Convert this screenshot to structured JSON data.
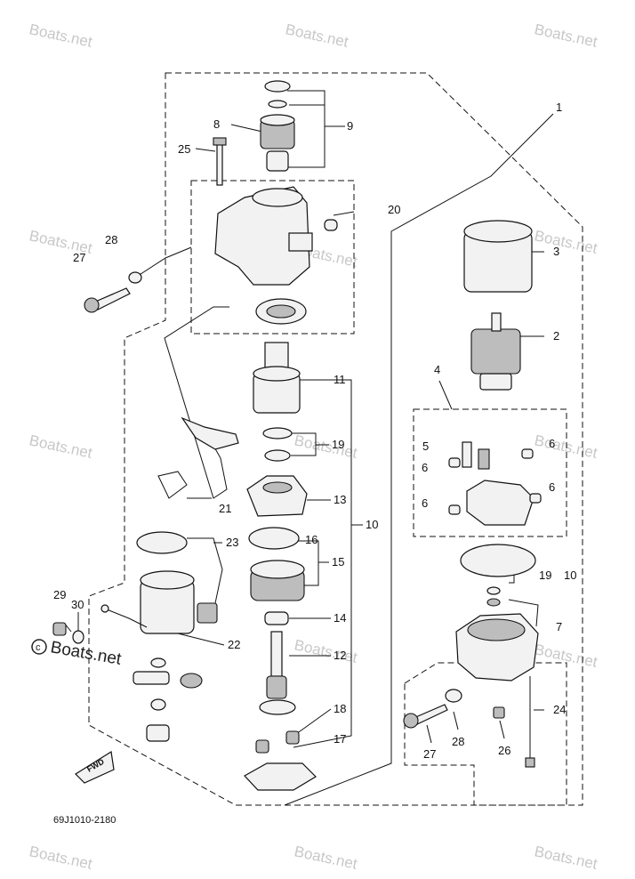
{
  "diagram": {
    "code": "69J1010-2180",
    "fwd_label": "FWD",
    "watermark": "Boats.net",
    "watermark_main": "Boats.net",
    "callouts": [
      "1",
      "2",
      "3",
      "4",
      "5",
      "6",
      "6",
      "6",
      "6",
      "7",
      "8",
      "9",
      "10",
      "10",
      "11",
      "12",
      "13",
      "14",
      "15",
      "16",
      "17",
      "18",
      "19",
      "19",
      "20",
      "21",
      "22",
      "23",
      "24",
      "25",
      "26",
      "27",
      "27",
      "28",
      "28",
      "29",
      "30"
    ]
  }
}
